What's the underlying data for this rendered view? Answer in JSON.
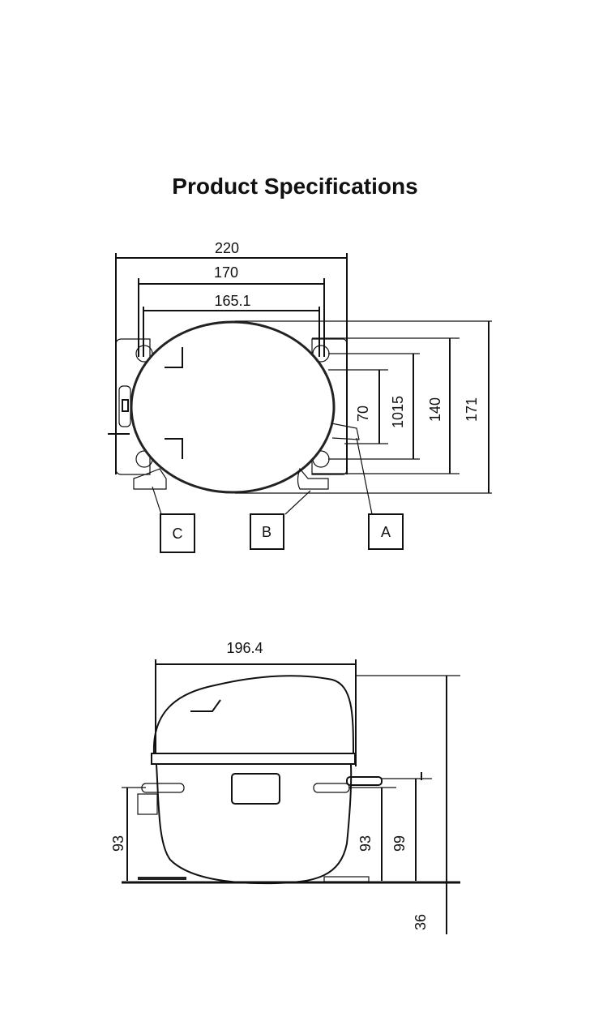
{
  "title": "Product Specifications",
  "top_view": {
    "width_dims": [
      "220",
      "170",
      "165.1"
    ],
    "height_dims": [
      "70",
      "1015",
      "140",
      "171"
    ],
    "callouts": [
      "C",
      "B",
      "A"
    ]
  },
  "side_view": {
    "width_dim": "196.4",
    "left_height": "93",
    "right_height": "93",
    "port_height": "99",
    "base_dim": "36"
  }
}
